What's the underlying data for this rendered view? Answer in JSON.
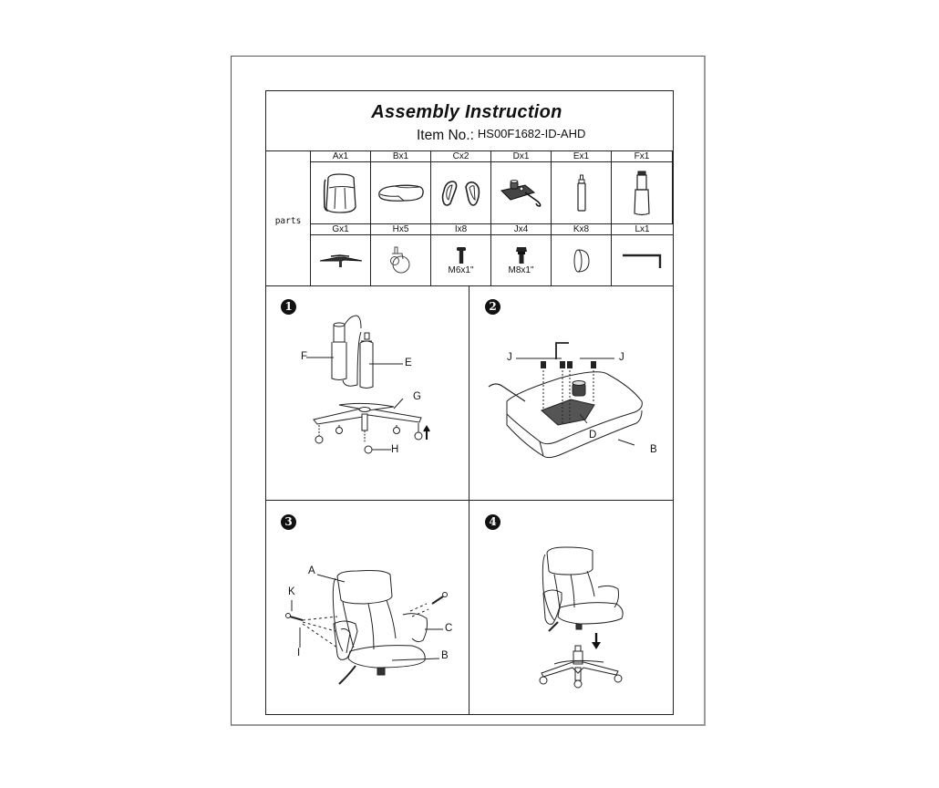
{
  "document": {
    "title": "Assembly  Instruction",
    "item_no_label": "Item No.:",
    "item_no_value": "HS00F1682-ID-AHD"
  },
  "parts": {
    "label": "parts",
    "row1": [
      {
        "id": "A",
        "qty": "Ax1",
        "icon": "backrest-icon",
        "spec": ""
      },
      {
        "id": "B",
        "qty": "Bx1",
        "icon": "seat-cushion-icon",
        "spec": ""
      },
      {
        "id": "C",
        "qty": "Cx2",
        "icon": "armrests-icon",
        "spec": ""
      },
      {
        "id": "D",
        "qty": "Dx1",
        "icon": "tilt-mechanism-icon",
        "spec": ""
      },
      {
        "id": "E",
        "qty": "Ex1",
        "icon": "gas-lift-icon",
        "spec": ""
      },
      {
        "id": "F",
        "qty": "Fx1",
        "icon": "telescopic-cover-icon",
        "spec": ""
      }
    ],
    "row2": [
      {
        "id": "G",
        "qty": "Gx1",
        "icon": "star-base-icon",
        "spec": ""
      },
      {
        "id": "H",
        "qty": "Hx5",
        "icon": "caster-wheel-icon",
        "spec": ""
      },
      {
        "id": "I",
        "qty": "Ix8",
        "icon": "bolt-m6-icon",
        "spec": "M6x1\""
      },
      {
        "id": "J",
        "qty": "Jx4",
        "icon": "bolt-m8-icon",
        "spec": "M8x1\""
      },
      {
        "id": "K",
        "qty": "Kx8",
        "icon": "washer-cap-icon",
        "spec": ""
      },
      {
        "id": "L",
        "qty": "Lx1",
        "icon": "allen-key-icon",
        "spec": ""
      }
    ]
  },
  "steps": [
    {
      "number": "1",
      "badge": "❶",
      "labels": {
        "F": "F",
        "E": "E",
        "G": "G",
        "H": "H"
      }
    },
    {
      "number": "2",
      "badge": "❷",
      "labels": {
        "J_left": "J",
        "J_right": "J",
        "D": "D",
        "B": "B"
      }
    },
    {
      "number": "3",
      "badge": "❸",
      "labels": {
        "A": "A",
        "K": "K",
        "I": "I",
        "C": "C",
        "B": "B"
      }
    },
    {
      "number": "4",
      "badge": "❹",
      "labels": {}
    }
  ]
}
